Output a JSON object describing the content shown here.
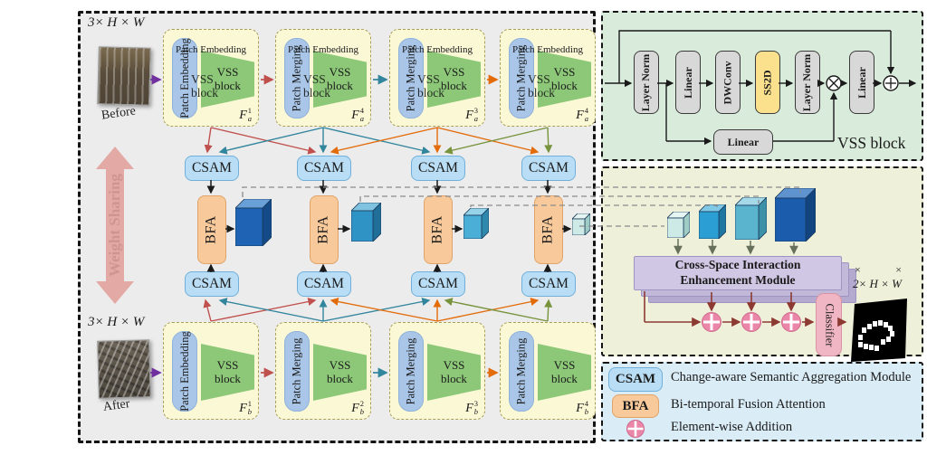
{
  "palette": {
    "arrow_red": "#c0504d",
    "arrow_teal": "#31859c",
    "arrow_orange": "#e36c0a",
    "arrow_green": "#77933c",
    "arrow_purple": "#7030a0",
    "arrow_dark_red": "#8c3a32",
    "arrow_olive": "#67705a",
    "dashed_gray": "#8a8a8a",
    "csam_fill": "#b9ddf4",
    "csam_border": "#6fb0dc",
    "bfa_fill": "#f7c99b",
    "bfa_border": "#e2a368",
    "encoder_fill": "#fbf8d6",
    "vss_trapezoid": "#8cc878",
    "patch_box": "#a9c6e8",
    "ss2d_fill": "#fbe18e",
    "module_fill": "#cfc7e4",
    "plus_pink": "#ea86a8",
    "classifier_fill": "#f0b6c3",
    "weight_arrow": "#e2a29d",
    "panel_vss_bg": "#d9ecdb",
    "panel_csiem_bg": "#eef0da",
    "panel_legend_bg": "#daecf6",
    "main_bg": "#ececec"
  },
  "slab_colors": {
    "main": [
      {
        "f": "#1f63b4",
        "t": "#6aa0d8",
        "s": "#154a88"
      },
      {
        "f": "#2f93c6",
        "t": "#7fc3e0",
        "s": "#1f6f99"
      },
      {
        "f": "#4aaed6",
        "t": "#96d2e8",
        "s": "#2f89ad"
      },
      {
        "f": "#cdeae6",
        "t": "#e4f5f2",
        "s": "#9fcdc6"
      }
    ],
    "right": [
      {
        "f": "#cdeae6",
        "t": "#e4f5f2",
        "s": "#9fcdc6"
      },
      {
        "f": "#2b9fd3",
        "t": "#7fc9e6",
        "s": "#1d77a1"
      },
      {
        "f": "#5ab4cd",
        "t": "#a5d9e8",
        "s": "#3c91a8"
      },
      {
        "f": "#1b5cad",
        "t": "#5f93d0",
        "s": "#124480"
      }
    ]
  },
  "main": {
    "size_label": "3× H × W",
    "before": "Before",
    "after": "After",
    "weight_sharing": "Weight Sharing",
    "csam": "CSAM",
    "bfa": "BFA",
    "stages_top": [
      {
        "vertical": "Patch Embedding",
        "horizontal": "Patch Embedding",
        "vss_line1": "VSS",
        "vss_line2": "block",
        "f": "F",
        "f_sub": "a",
        "f_sup": "1"
      },
      {
        "vertical": "Patch Merging",
        "horizontal": "Patch Embedding",
        "vss_line1": "VSS",
        "vss_line2": "block",
        "f": "F",
        "f_sub": "a",
        "f_sup": "4"
      },
      {
        "vertical": "Patch Merging",
        "horizontal": "Patch Embedding",
        "vss_line1": "VSS",
        "vss_line2": "block",
        "f": "F",
        "f_sub": "a",
        "f_sup": "3"
      },
      {
        "vertical": "Patch Merging",
        "horizontal": "Patch Embedding",
        "vss_line1": "VSS",
        "vss_line2": "block",
        "f": "F",
        "f_sub": "a",
        "f_sup": "4"
      }
    ],
    "stages_bottom": [
      {
        "vertical": "Patch Embedding",
        "vss_line1": "VSS",
        "vss_line2": "block",
        "f": "F",
        "f_sub": "b",
        "f_sup": "1"
      },
      {
        "vertical": "Patch Merging",
        "vss_line1": "VSS",
        "vss_line2": "block",
        "f": "F",
        "f_sub": "b",
        "f_sup": "2"
      },
      {
        "vertical": "Patch Merging",
        "vss_line1": "VSS",
        "vss_line2": "block",
        "f": "F",
        "f_sub": "b",
        "f_sup": "3"
      },
      {
        "vertical": "Patch Merging",
        "vss_line1": "VSS",
        "vss_line2": "block",
        "f": "F",
        "f_sub": "b",
        "f_sup": "4"
      }
    ]
  },
  "vss_panel": {
    "title": "VSS block",
    "b1": "Layer Norm",
    "b2": "Linear",
    "b3": "DWConv",
    "b4": "SS2D",
    "b5": "Layer Norm",
    "b6": "Linear",
    "branch": "Linear"
  },
  "csiem_panel": {
    "module_line1": "Cross-Space Interaction",
    "module_line2": "Enhancement Module",
    "classifier": "Classifier",
    "output_label": "2× H × W",
    "times": "×"
  },
  "legend": {
    "items": [
      {
        "chip": "CSAM",
        "label": "Change-aware Semantic Aggregation Module"
      },
      {
        "chip": "BFA",
        "label": "Bi-temporal Fusion Attention"
      },
      {
        "label": "Element-wise Addition"
      }
    ]
  }
}
